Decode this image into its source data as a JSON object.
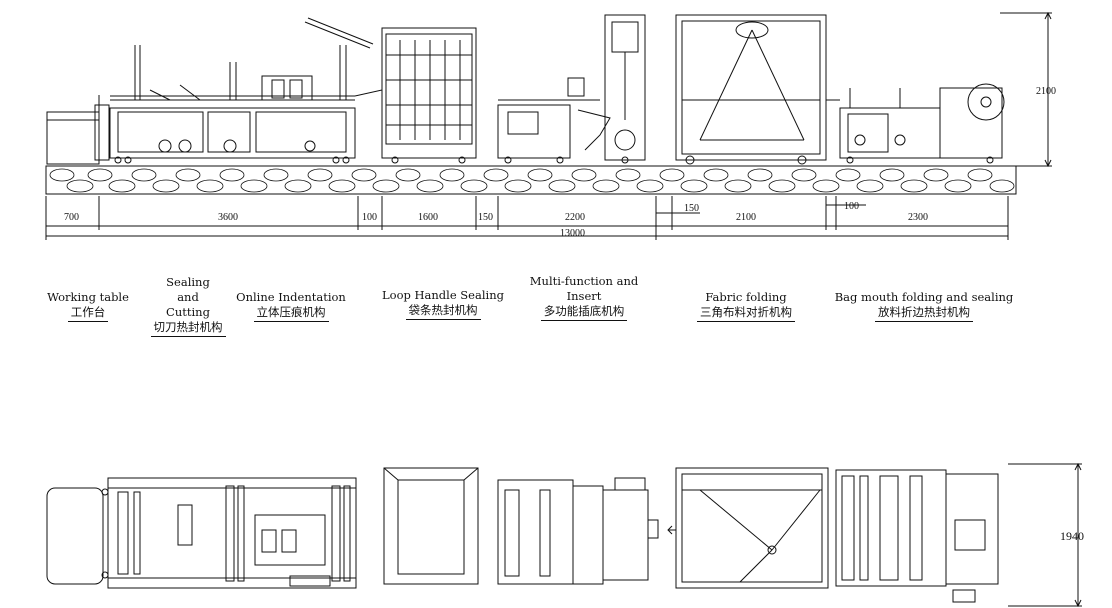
{
  "dimensions": {
    "side_height": "2100",
    "top_width": "1940",
    "total": "13000",
    "segments": [
      "700",
      "3600",
      "100",
      "1600",
      "150",
      "2200",
      "150",
      "2100",
      "100",
      "2300"
    ]
  },
  "stations": [
    {
      "en": "Working table",
      "zh": "工作台"
    },
    {
      "en": "Sealing and Cutting",
      "zh": "切刀热封机构"
    },
    {
      "en": "Online Indentation",
      "zh": "立体压痕机构"
    },
    {
      "en": "Loop Handle Sealing",
      "zh": "袋条热封机构"
    },
    {
      "en": "Multi-function and Insert",
      "zh": "多功能插底机构"
    },
    {
      "en": "Fabric folding",
      "zh": "三角布料对折机构"
    },
    {
      "en": "Bag mouth folding and sealing",
      "zh": "放料折边热封机构"
    }
  ]
}
